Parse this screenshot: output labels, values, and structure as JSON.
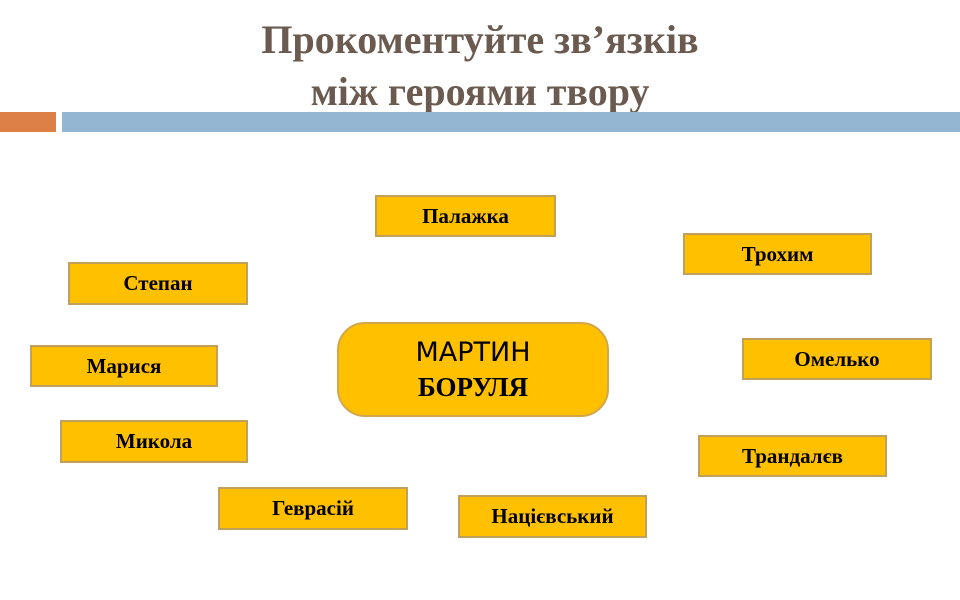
{
  "slide": {
    "title_line1": "Прокоментуйте зв’язків",
    "title_line2": "між  героями твору"
  },
  "colors": {
    "title": "#6b5a4f",
    "accent_orange": "#dd8047",
    "accent_blue": "#94b6d2",
    "node_fill": "#ffc000",
    "node_border": "#c0a05a"
  },
  "diagram": {
    "center": {
      "line1": "МАРТИН",
      "line2": "БОРУЛЯ"
    },
    "nodes": [
      {
        "id": "palazhka",
        "label": "Палажка"
      },
      {
        "id": "trokhym",
        "label": "Трохим"
      },
      {
        "id": "stepan",
        "label": "Степан"
      },
      {
        "id": "omelko",
        "label": "Омелько"
      },
      {
        "id": "marysia",
        "label": "Марися"
      },
      {
        "id": "mykola",
        "label": "Микола"
      },
      {
        "id": "trandaliev",
        "label": "Трандалєв"
      },
      {
        "id": "hevrasii",
        "label": "Геврасій"
      },
      {
        "id": "natsiievskyi",
        "label": "Націєвський"
      }
    ]
  }
}
